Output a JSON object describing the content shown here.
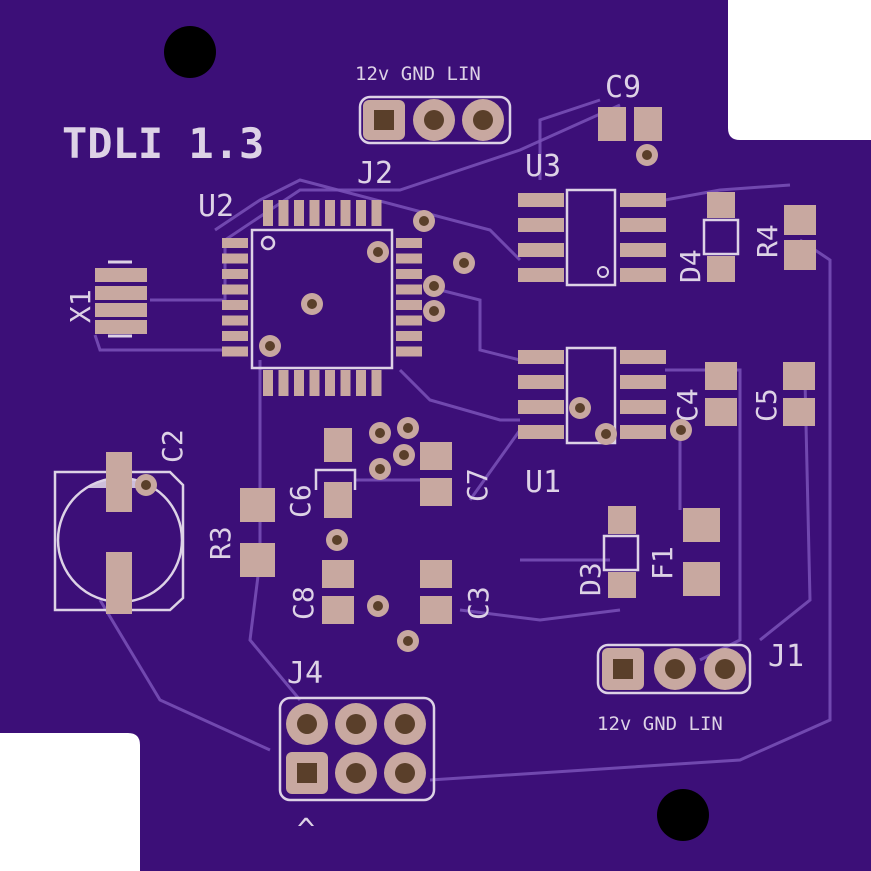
{
  "board_title": "TDLI 1.3",
  "labels": {
    "j2": "J2",
    "j2_pins": "12v GND LIN",
    "j1": "J1",
    "j1_pins": "12v GND LIN",
    "j4": "J4",
    "j4_marker": "^",
    "u1": "U1",
    "u2": "U2",
    "u3": "U3",
    "x1": "X1",
    "c2": "C2",
    "c3": "C3",
    "c4": "C4",
    "c5": "C5",
    "c6": "C6",
    "c7": "C7",
    "c8": "C8",
    "c9": "C9",
    "r3": "R3",
    "r4": "R4",
    "d3": "D3",
    "d4": "D4",
    "f1": "F1"
  },
  "colors": {
    "board": "#3c0f78",
    "silkscreen": "#ddd2e6",
    "copper_pad": "#c8a8a0",
    "background": "#ffffff"
  }
}
